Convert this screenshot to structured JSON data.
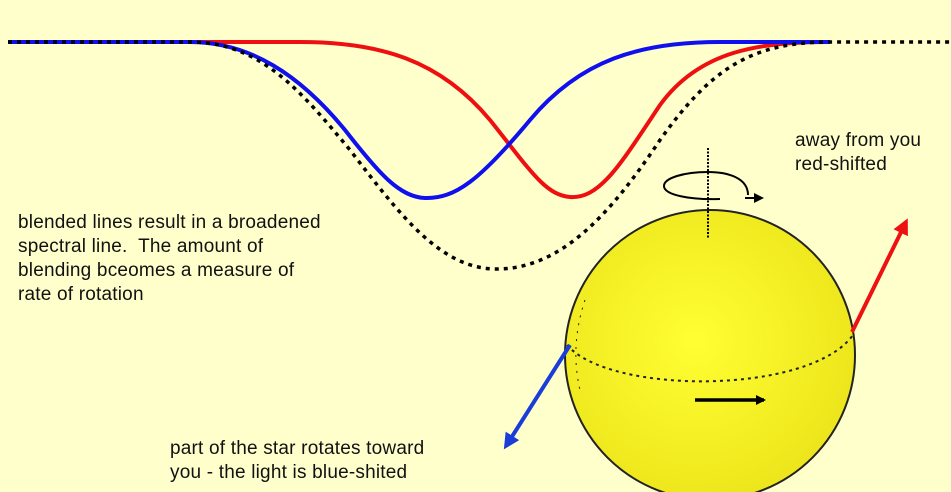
{
  "labels": {
    "red_side": "away from you\nred-shifted",
    "blended": "blended lines result in a broadened\nspectral line.  The amount of\nblending bceomes a measure of\nrate of rotation",
    "blue_side": "part of the star rotates toward\nyou - the light is blue-shited"
  },
  "colors": {
    "background": "#ffffcc",
    "blue_line": "#1010ee",
    "red_line": "#ee1010",
    "blended_line": "#000000",
    "star_fill": "#f5ee1a",
    "arrow_blue": "#1a3cd9",
    "arrow_red": "#ee1111"
  }
}
